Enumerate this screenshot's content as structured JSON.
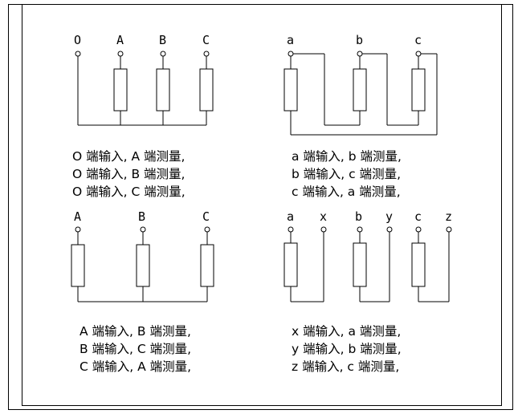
{
  "panels": [
    {
      "labels": [
        "O",
        "A",
        "B",
        "C"
      ],
      "captions": [
        "O 端输入, A 端测量,",
        "O 端输入, B 端测量,",
        "O 端输入, C 端测量,"
      ]
    },
    {
      "labels": [
        "a",
        "b",
        "c"
      ],
      "captions": [
        "a 端输入, b 端测量,",
        "b 端输入, c 端测量,",
        "c 端输入, a 端测量,"
      ]
    },
    {
      "labels": [
        "A",
        "B",
        "C"
      ],
      "captions": [
        "A 端输入, B 端测量,",
        "B 端输入, C 端测量,",
        "C 端输入, A 端测量,"
      ]
    },
    {
      "labels": [
        "a",
        "x",
        "b",
        "y",
        "c",
        "z"
      ],
      "captions": [
        "x 端输入, a 端测量,",
        "y 端输入, b 端测量,",
        "z 端输入, c 端测量,"
      ]
    }
  ]
}
